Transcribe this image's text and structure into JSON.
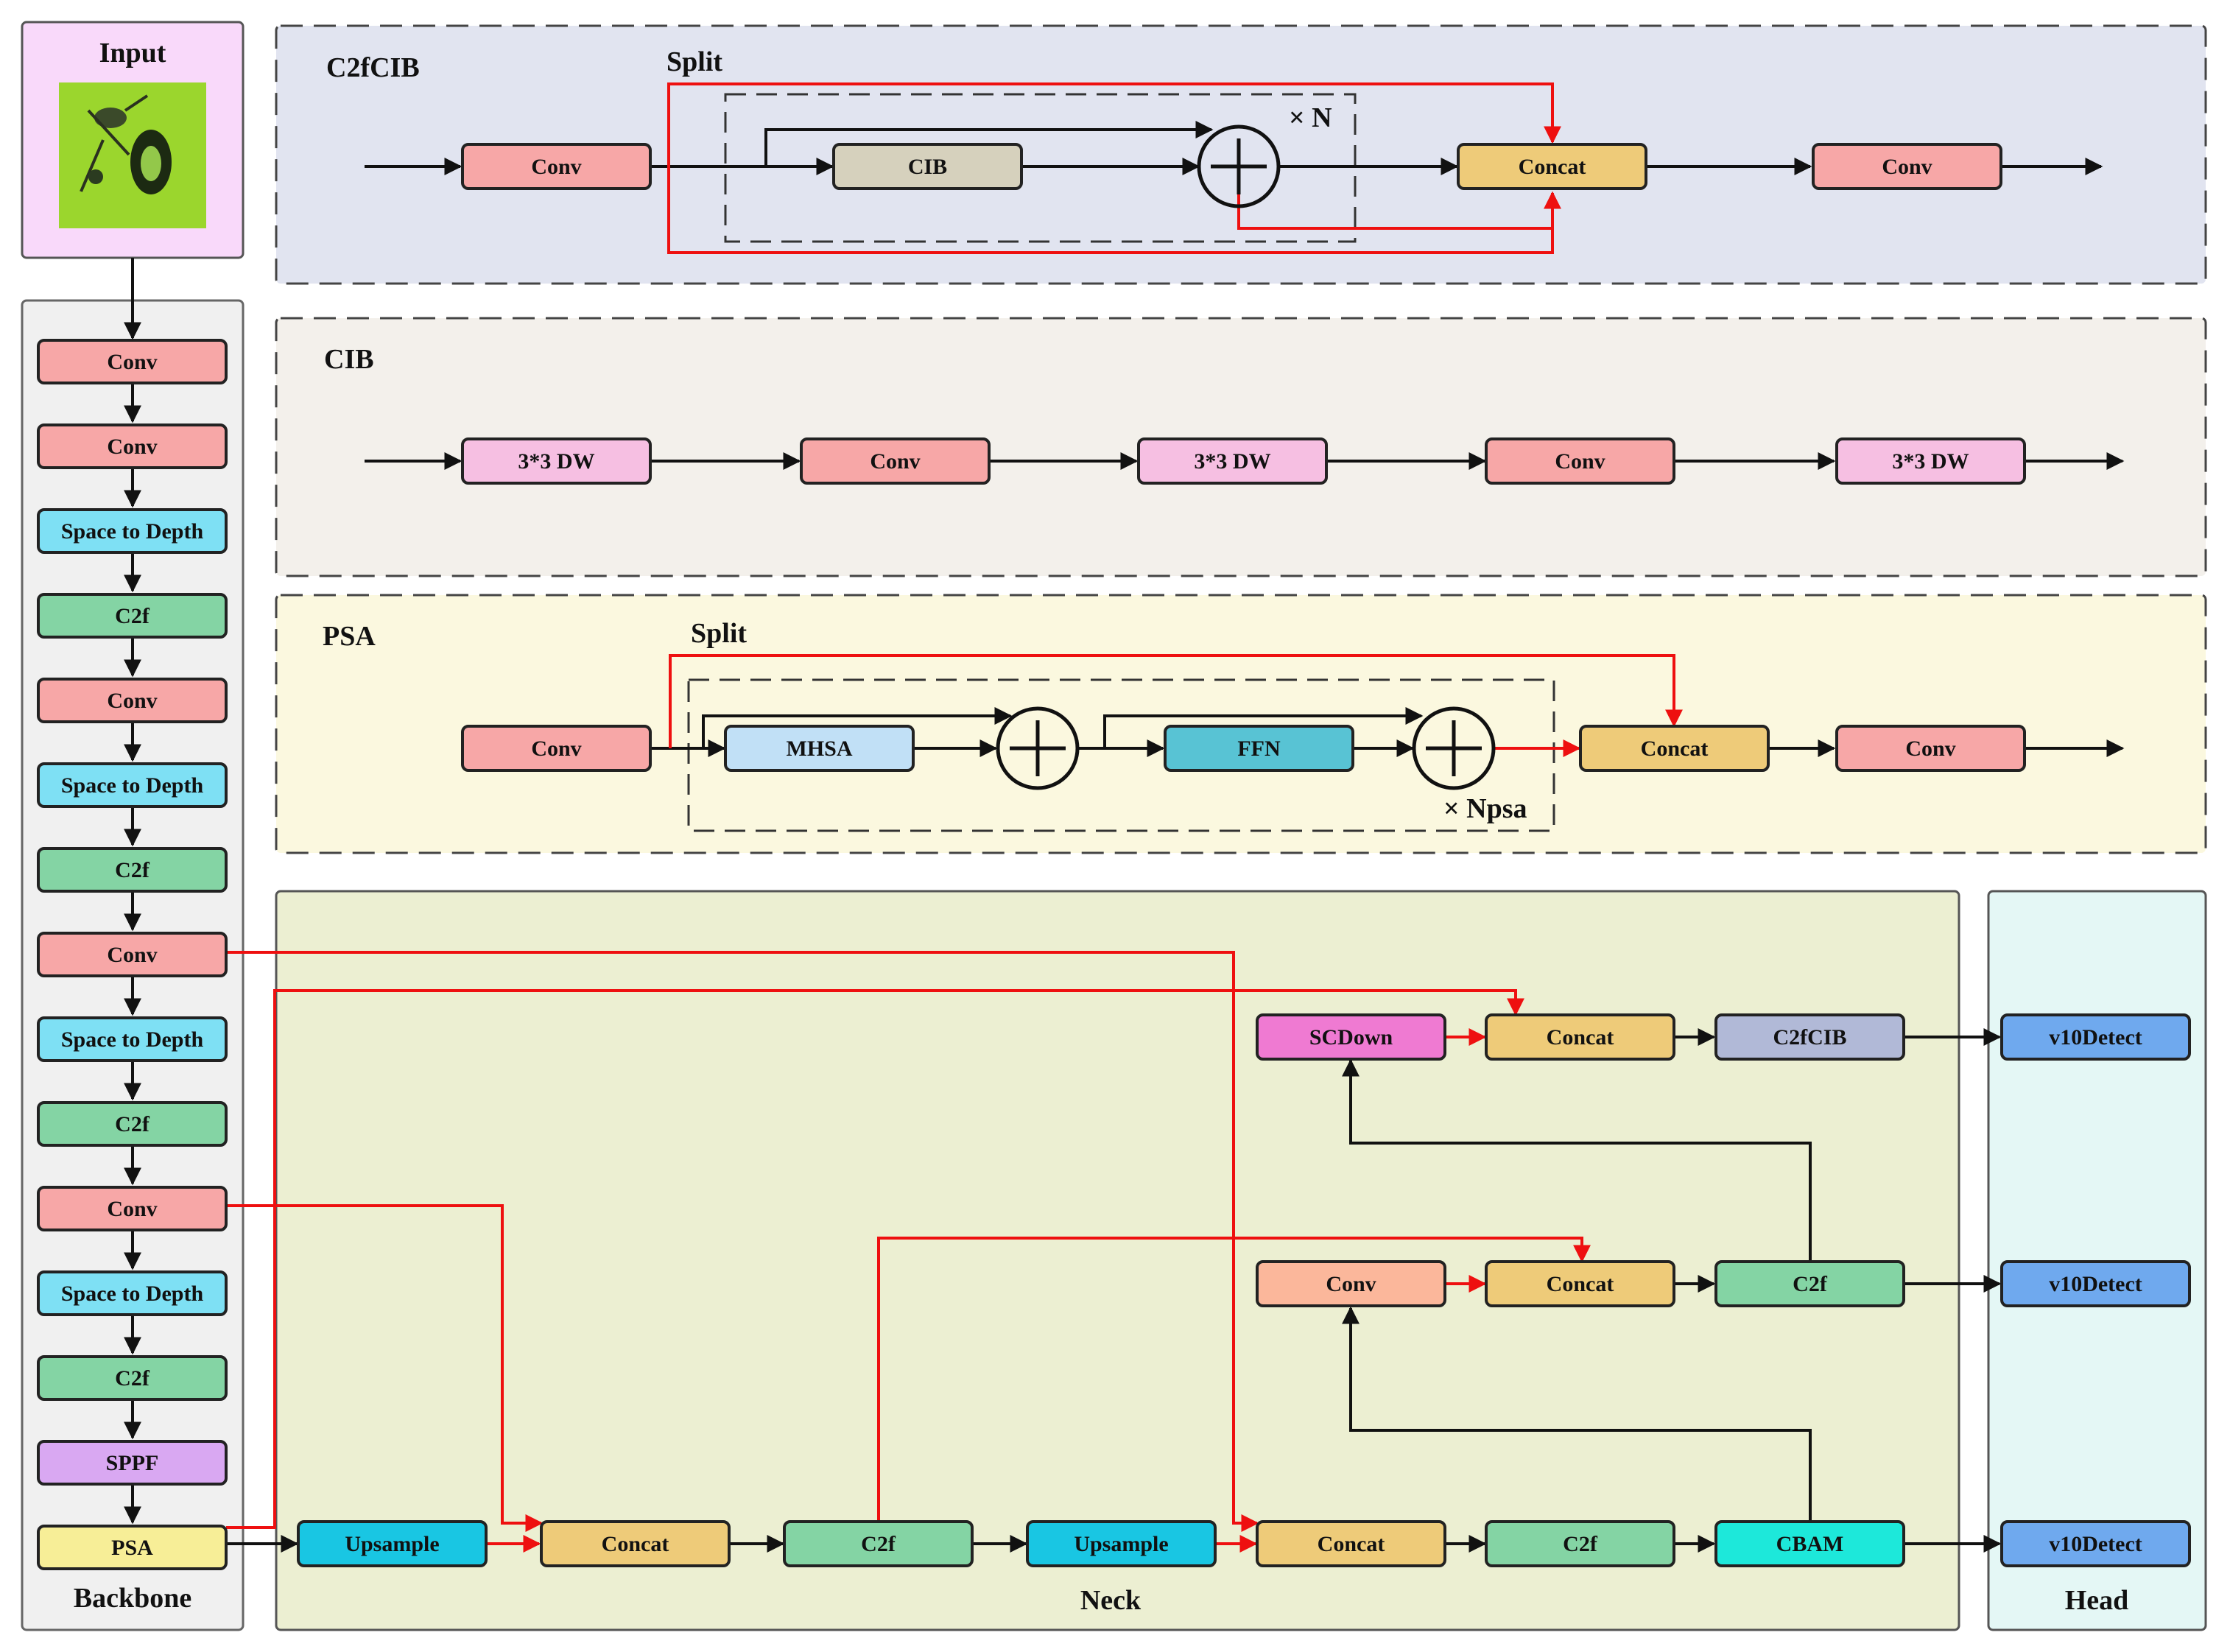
{
  "input": {
    "title": "Input",
    "image_alt": "insect-photo"
  },
  "backbone": {
    "title": "Backbone",
    "blocks": [
      "Conv",
      "Conv",
      "Space to Depth",
      "C2f",
      "Conv",
      "Space to Depth",
      "C2f",
      "Conv",
      "Space to Depth",
      "C2f",
      "Conv",
      "Space to Depth",
      "C2f",
      "SPPF",
      "PSA"
    ]
  },
  "c2fcib": {
    "title": "C2fCIB",
    "split_label": "Split",
    "repeat_label": "× N",
    "blocks": {
      "conv1": "Conv",
      "cib": "CIB",
      "concat": "Concat",
      "conv2": "Conv"
    }
  },
  "cib": {
    "title": "CIB",
    "blocks": [
      "3*3 DW",
      "Conv",
      "3*3 DW",
      "Conv",
      "3*3 DW"
    ]
  },
  "psa": {
    "title": "PSA",
    "split_label": "Split",
    "repeat_label": "× Npsa",
    "blocks": {
      "conv1": "Conv",
      "mhsa": "MHSA",
      "ffn": "FFN",
      "concat": "Concat",
      "conv2": "Conv"
    }
  },
  "neck": {
    "title": "Neck",
    "row_top": {
      "scdown": "SCDown",
      "concat": "Concat",
      "c2fcib": "C2fCIB"
    },
    "row_mid": {
      "conv": "Conv",
      "concat": "Concat",
      "c2f": "C2f"
    },
    "row_bottom": {
      "upsample1": "Upsample",
      "concat1": "Concat",
      "c2f1": "C2f",
      "upsample2": "Upsample",
      "concat2": "Concat",
      "c2f2": "C2f",
      "cbam": "CBAM"
    }
  },
  "head": {
    "title": "Head",
    "blocks": [
      "v10Detect",
      "v10Detect",
      "v10Detect"
    ]
  },
  "colors": {
    "conv": "#f7a7a7",
    "space_to_depth": "#7ee0f4",
    "c2f": "#84d4a4",
    "sppf": "#d9a8f2",
    "psa": "#f7ee97",
    "concat": "#eecb79",
    "cib": "#d6d1bd",
    "upsample": "#19c6e3",
    "scdown": "#ef7ad2",
    "c2fcib_block": "#b1b9d7",
    "cbam": "#1de8da",
    "v10detect": "#6fa9ee",
    "dw": "#f6bfe2",
    "mhsa": "#c1e0f6",
    "ffn": "#58c3d4",
    "red_line": "#ee1010"
  }
}
